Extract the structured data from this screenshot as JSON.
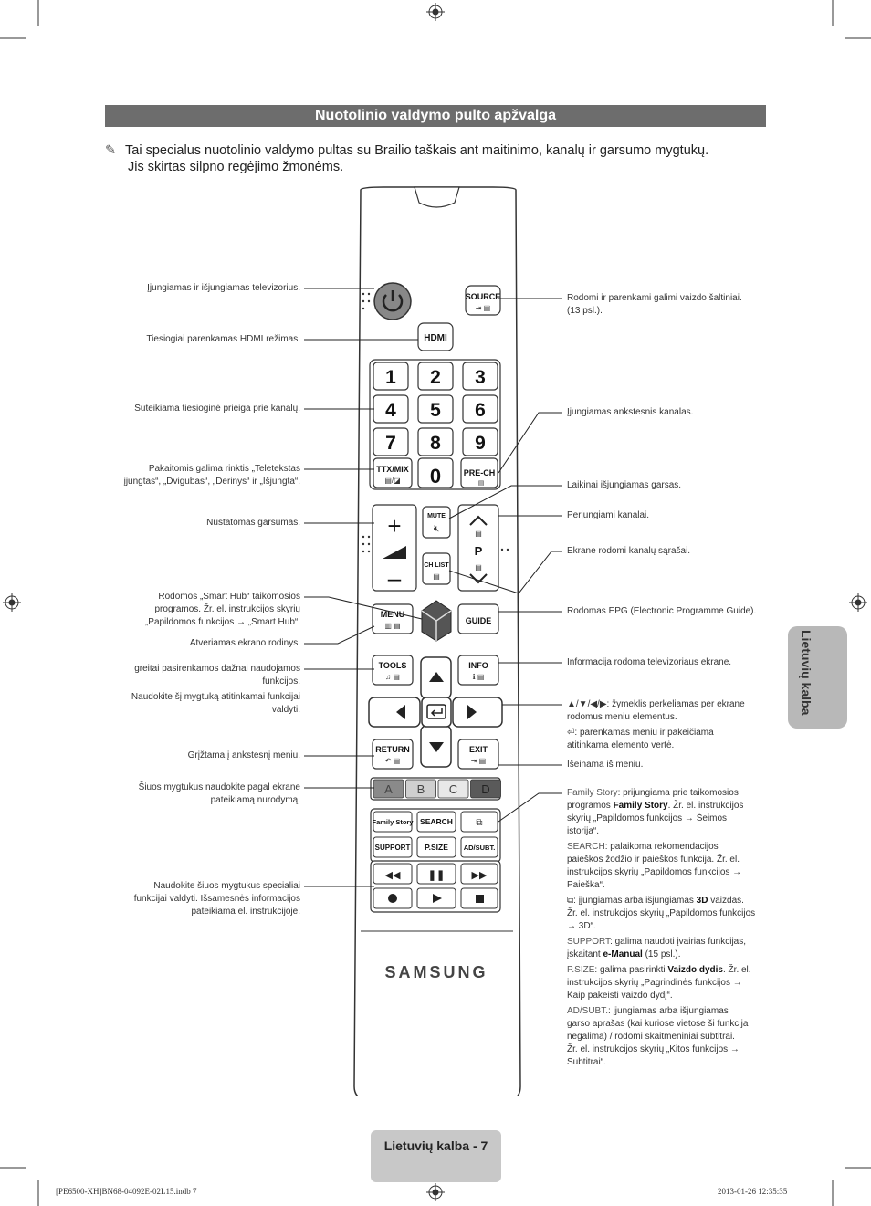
{
  "section_title": "Nuotolinio valdymo pulto apžvalga",
  "note": {
    "icon": "pencil-note-icon",
    "line1": "Tai specialus nuotolinio valdymo pultas su Brailio taškais ant maitinimo, kanalų ir garsumo mygtukų.",
    "line2": "Jis skirtas silpno regėjimo žmonėms."
  },
  "left_labels": {
    "power": "Įjungiamas ir išjungiamas televizorius.",
    "hdmi": "Tiesiogiai parenkamas HDMI režimas.",
    "numbers": "Suteikiama tiesioginė prieiga prie kanalų.",
    "ttx_1": "Pakaitomis galima rinktis „Teletekstas",
    "ttx_2": "įjungtas“, „Dvigubas“, „Derinys“ ir „Išjungta“.",
    "volume": "Nustatomas garsumas.",
    "smarthub_1": "Rodomos „Smart Hub“ taikomosios",
    "smarthub_2": "programos. Žr. el. instrukcijos skyrių",
    "smarthub_3": "„Papildomos funkcijos → „Smart Hub“.",
    "menu": "Atveriamas ekrano rodinys.",
    "tools_1": "greitai pasirenkamos dažnai naudojamos",
    "tools_2": "funkcijos.",
    "tools_3": "Naudokite šį mygtuką atitinkamai funkcijai",
    "tools_4": "valdyti.",
    "return": "Grįžtama į ankstesnį meniu.",
    "color_1": "Šiuos mygtukus naudokite pagal ekrane",
    "color_2": "pateikiamą nurodymą.",
    "media_1": "Naudokite šiuos mygtukus specialiai",
    "media_2": "funkcijai valdyti. Išsamesnės informacijos",
    "media_3": "pateikiama el. instrukcijoje."
  },
  "right_labels": {
    "source_1": "Rodomi ir parenkami galimi vaizdo šaltiniai.",
    "source_2": "(13 psl.).",
    "prech": "Įjungiamas ankstesnis kanalas.",
    "mute": "Laikinai išjungiamas garsas.",
    "channel": "Perjungiami kanalai.",
    "chlist": "Ekrane rodomi kanalų sąrašai.",
    "guide": "Rodomas EPG (Electronic Programme Guide).",
    "info": "Informacija rodoma televizoriaus ekrane.",
    "arrows_1": "▲/▼/◀/▶: žymeklis perkeliamas per ekrane",
    "arrows_2": "rodomus meniu elementus.",
    "enter_1": ": parenkamas meniu ir pakeičiama",
    "enter_2": "atitinkama elemento vertė.",
    "exit": "Išeinama iš meniu.",
    "fs_key": "Family Story",
    "fs_1": ": prijungiama prie taikomosios",
    "fs_2a": "programos ",
    "fs_2b": "Family Story",
    "fs_2c": ". Žr. el. instrukcijos",
    "fs_3": "skyrių „Papildomos funkcijos → Šeimos",
    "fs_4": "istorija“.",
    "search_key": "SEARCH",
    "search_1": ": palaikoma rekomendacijos",
    "search_2": "paieškos žodžio ir paieškos funkcija. Žr. el.",
    "search_3": "instrukcijos skyrių „Papildomos funkcijos →",
    "search_4": "Paieška“.",
    "3d_1a": ": įjungiamas arba išjungiamas ",
    "3d_1b": "3D",
    "3d_1c": " vaizdas.",
    "3d_2": "Žr. el. instrukcijos skyrių „Papildomos funkcijos",
    "3d_3": "→ 3D“.",
    "support_key": "SUPPORT",
    "support_1": ": galima naudoti įvairias funkcijas,",
    "support_2a": "įskaitant ",
    "support_2b": "e-Manual",
    "support_2c": " (15 psl.).",
    "psize_key": "P.SIZE",
    "psize_1a": ": galima pasirinkti ",
    "psize_1b": "Vaizdo dydis",
    "psize_1c": ". Žr. el.",
    "psize_2": "instrukcijos skyrių „Pagrindinės funkcijos →",
    "psize_3": "Kaip pakeisti vaizdo dydį“.",
    "adsubt_key": "AD/SUBT.",
    "adsubt_1": ": įjungiamas arba išjungiamas",
    "adsubt_2": "garso aprašas (kai kuriose vietose ši funkcija",
    "adsubt_3": "negalima) / rodomi skaitmeniniai subtitrai.",
    "adsubt_4": "Žr. el. instrukcijos skyrių „Kitos funkcijos →",
    "adsubt_5": "Subtitrai“."
  },
  "remote": {
    "source": "SOURCE",
    "hdmi": "HDMI",
    "digits": [
      "1",
      "2",
      "3",
      "4",
      "5",
      "6",
      "7",
      "8",
      "9"
    ],
    "zero": "0",
    "ttx": "TTX/MIX",
    "prech": "PRE-CH",
    "mute": "MUTE",
    "chlist": "CH LIST",
    "p": "P",
    "menu": "MENU",
    "guide": "GUIDE",
    "tools": "TOOLS",
    "info": "INFO",
    "return": "RETURN",
    "exit": "EXIT",
    "colors": [
      "A",
      "B",
      "C",
      "D"
    ],
    "family_story": "Family Story",
    "search": "SEARCH",
    "support": "SUPPORT",
    "psize": "P.SIZE",
    "adsubt": "AD/SUBT.",
    "brand": "SAMSUNG"
  },
  "side_tab": "Lietuvių kalba",
  "page_label": "Lietuvių kalba - 7",
  "footer": {
    "file": "[PE6500-XH]BN68-04092E-02L15.indb   7",
    "datetime": "2013-01-26   12:35:35"
  }
}
